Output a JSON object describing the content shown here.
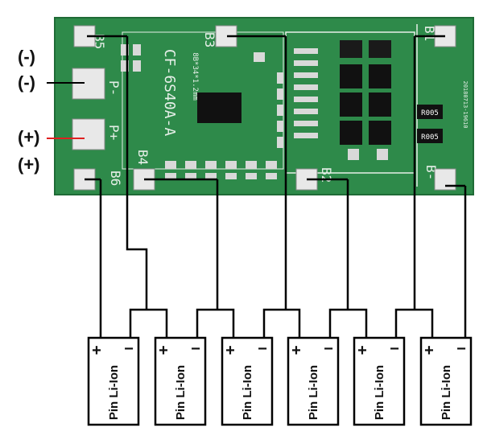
{
  "pcb": {
    "model_text": "CF-6S40A-A",
    "spec_text": "8B*34*1.2mm",
    "resistor_1": "R005",
    "resistor_2": "R005",
    "date_code": "20180713-19610",
    "pad_labels": {
      "b5": "B5",
      "b3": "B3",
      "b1": "B1",
      "p_minus": "P-",
      "p_plus": "P+",
      "b6": "B6",
      "b4": "B4",
      "b2": "B2",
      "b_minus": "B-"
    }
  },
  "side_labels": [
    "(-)",
    "(-)",
    "(+)",
    "(+)"
  ],
  "batteries": [
    {
      "label": "Pin Li-Ion",
      "plus": "+",
      "minus": "−"
    },
    {
      "label": "Pin Li-Ion",
      "plus": "+",
      "minus": "−"
    },
    {
      "label": "Pin Li-Ion",
      "plus": "+",
      "minus": "−"
    },
    {
      "label": "Pin Li-Ion",
      "plus": "+",
      "minus": "−"
    },
    {
      "label": "Pin Li-Ion",
      "plus": "+",
      "minus": "−"
    },
    {
      "label": "Pin Li-Ion",
      "plus": "+",
      "minus": "−"
    }
  ],
  "colors": {
    "pcb": "#2e8a4a",
    "pcb_dark": "#1f6b36",
    "pad": "#e8e8e8",
    "silk": "#e6efe8",
    "wire": "#000000",
    "positive_lead": "#e02020"
  }
}
